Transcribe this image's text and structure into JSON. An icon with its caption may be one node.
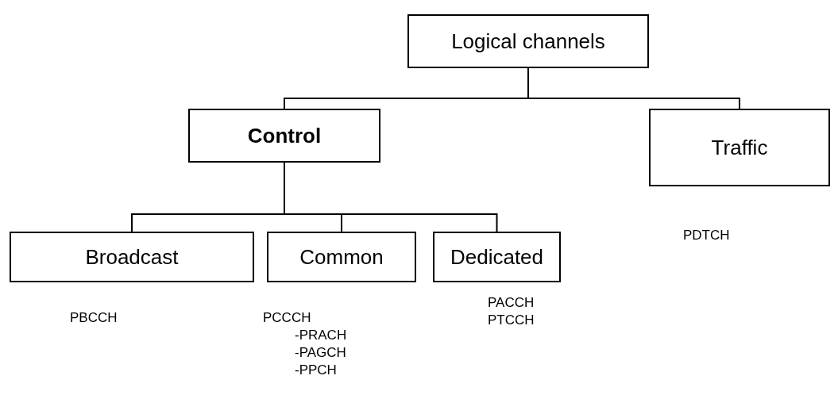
{
  "diagram": {
    "nodes": [
      {
        "text": [
          "Logical channels"
        ]
      },
      {
        "text": [
          "Control"
        ]
      },
      {
        "text": [
          "Traffic"
        ],
        "beside": [
          "PDTCH"
        ]
      },
      {
        "text": [
          "Broadcast"
        ],
        "beside": [
          "PBCCH"
        ]
      },
      {
        "text": [
          "Common"
        ],
        "beside": [
          "PCCCH",
          "-PRACH",
          "-PAGCH",
          "-PPCH"
        ]
      },
      {
        "text": [
          "Dedicated"
        ],
        "beside": [
          "PACCH",
          "PTCCH"
        ]
      }
    ],
    "edges": [
      {
        "from": 0,
        "to": 1,
        "arrow": "none"
      },
      {
        "from": 0,
        "to": 2,
        "arrow": "none"
      },
      {
        "from": 1,
        "to": 3,
        "arrow": "none"
      },
      {
        "from": 1,
        "to": 4,
        "arrow": "none"
      },
      {
        "from": 1,
        "to": 5,
        "arrow": "none"
      }
    ]
  }
}
